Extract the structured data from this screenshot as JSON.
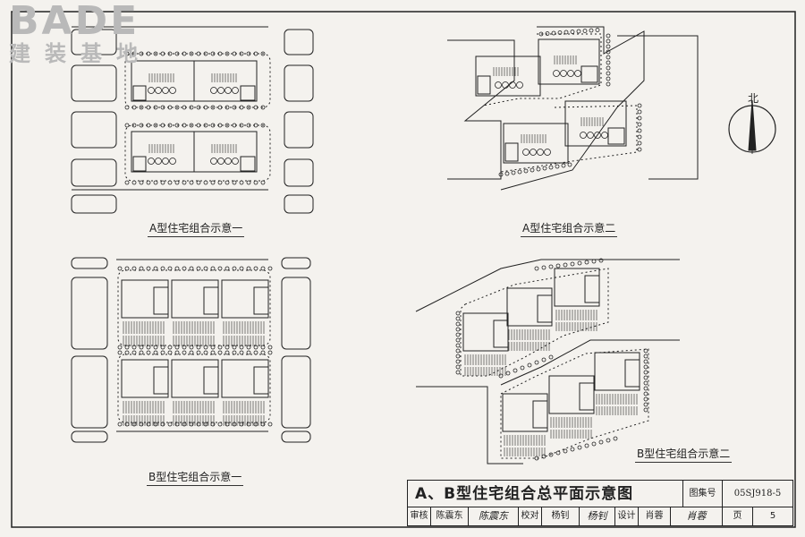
{
  "logo": {
    "word": "BADE",
    "chinese": "建装基地"
  },
  "compass": {
    "label": "北",
    "icon": "north-arrow-icon"
  },
  "captions": {
    "a1": "A型住宅组合示意一",
    "a2": "A型住宅组合示意二",
    "b1": "B型住宅组合示意一",
    "b2": "B型住宅组合示意二"
  },
  "title_block": {
    "title": "A、B型住宅组合总平面示意图",
    "atlas_label": "图集号",
    "atlas_no": "05SJ918-5",
    "review_label": "审核",
    "reviewer": "陈震东",
    "reviewer_sign": "陈震东",
    "check_label": "校对",
    "checker": "杨钊",
    "checker_sign": "杨钊",
    "design_label": "设计",
    "designer": "肖蓉",
    "designer_sign": "肖蓉",
    "page_label": "页",
    "page_no": "5"
  },
  "colors": {
    "line": "#222222",
    "paper": "#f4f2ee",
    "logo": "#b9b9b9"
  }
}
